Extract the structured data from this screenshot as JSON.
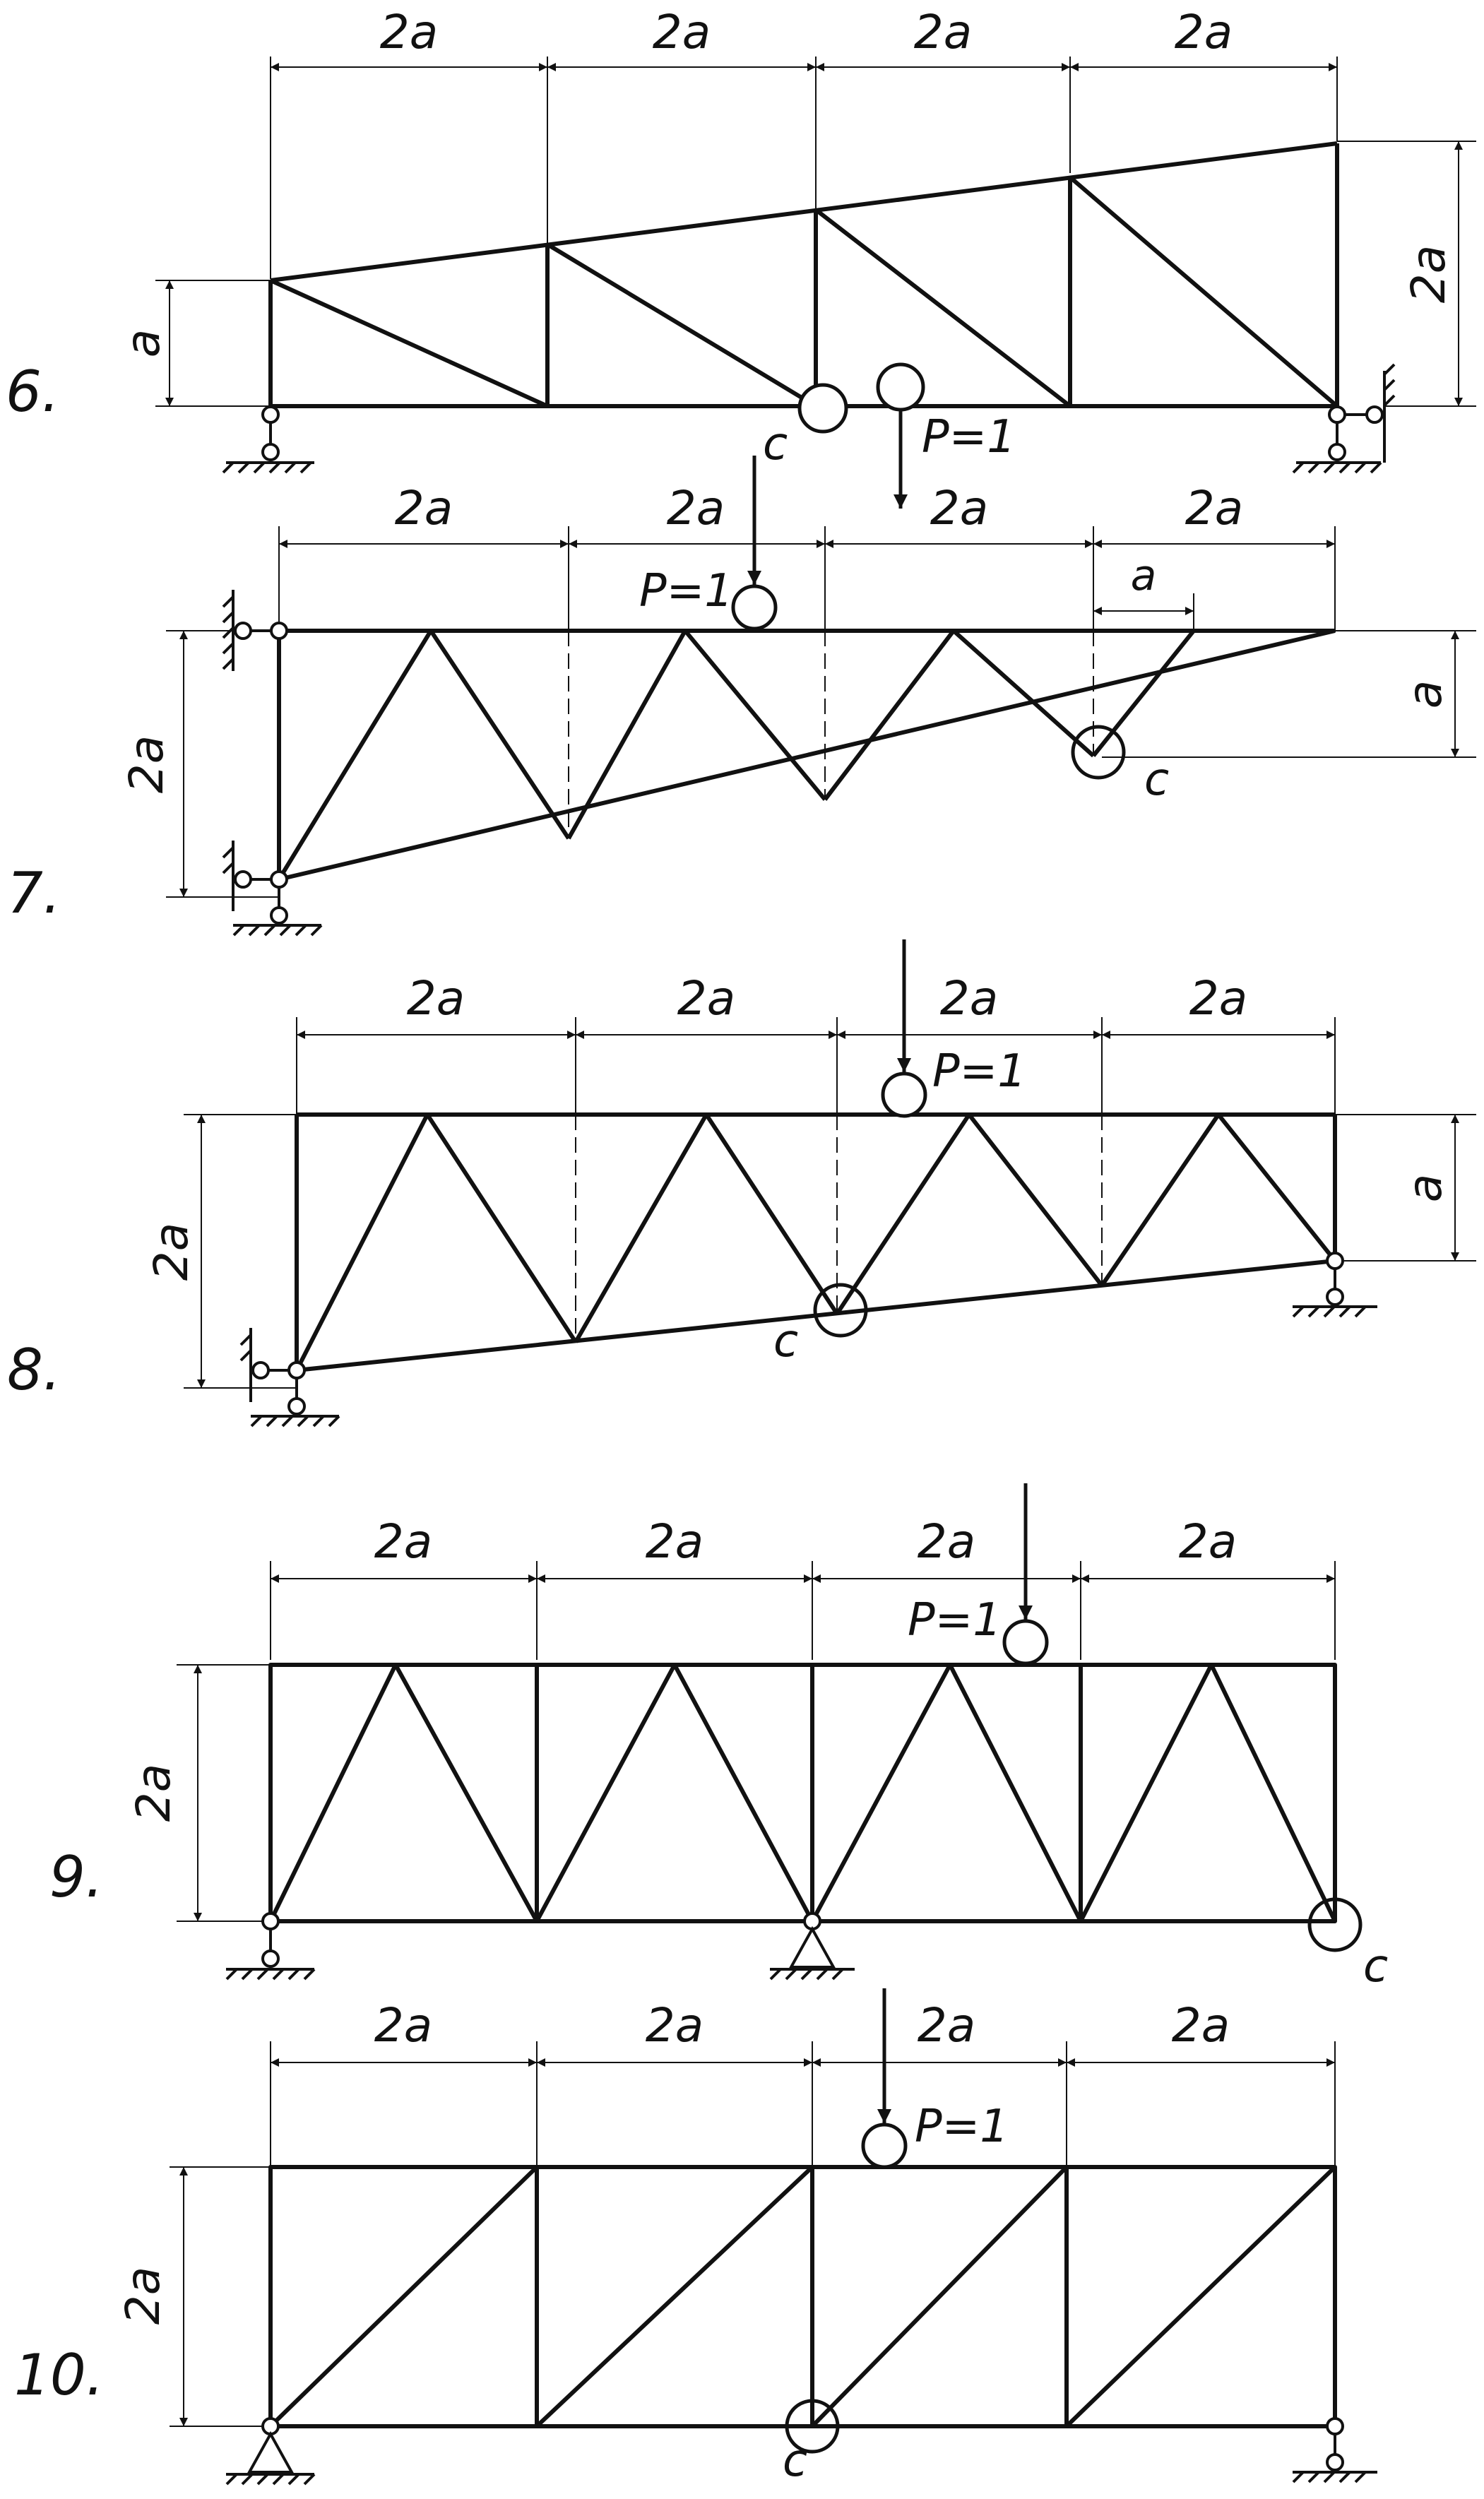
{
  "colors": {
    "ink": "#111111",
    "paper": "#ffffff"
  },
  "problems": [
    {
      "number": "6.",
      "spans": [
        "2a",
        "2a",
        "2a",
        "2a"
      ],
      "height_left": "a",
      "height_right": "2a",
      "load": "P=1",
      "point": "c"
    },
    {
      "number": "7.",
      "spans": [
        "2a",
        "2a",
        "2a",
        "2a"
      ],
      "height_left": "2a",
      "height_right": "a",
      "extra_span": "a",
      "load": "P=1",
      "point": "c"
    },
    {
      "number": "8.",
      "spans": [
        "2a",
        "2a",
        "2a",
        "2a"
      ],
      "height_left": "2a",
      "height_right": "a",
      "load": "P=1",
      "point": "c"
    },
    {
      "number": "9.",
      "spans": [
        "2a",
        "2a",
        "2a",
        "2a"
      ],
      "height_left": "2a",
      "load": "P=1",
      "point": "c"
    },
    {
      "number": "10.",
      "spans": [
        "2a",
        "2a",
        "2a",
        "2a"
      ],
      "height_left": "2a",
      "load": "P=1",
      "point": "c"
    }
  ]
}
